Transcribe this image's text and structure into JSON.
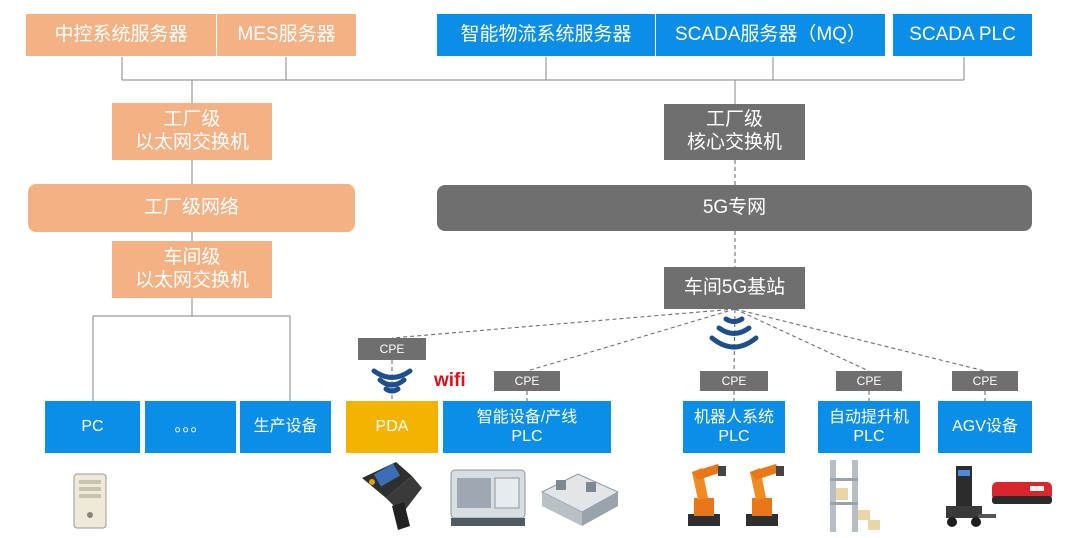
{
  "servers": {
    "central_control": "中控系统服务器",
    "mes": "MES服务器",
    "smart_logistics": "智能物流系统服务器",
    "scada_mq": "SCADA服务器（MQ）",
    "scada_plc": "SCADA PLC"
  },
  "left_network": {
    "factory_switch": "工厂级\n以太网交换机",
    "factory_network": "工厂级网络",
    "workshop_switch": "车间级\n以太网交换机"
  },
  "right_network": {
    "core_switch": "工厂级\n核心交换机",
    "private_5g": "5G专网",
    "base_station": "车间5G基站"
  },
  "cpe_label": "CPE",
  "wifi_label": "wifi",
  "terminals": {
    "pc": "PC",
    "ellipsis": "。。。",
    "production": "生产设备",
    "pda": "PDA",
    "smart_plc": "智能设备/产线\nPLC",
    "robot_plc": "机器人系统\nPLC",
    "lift_plc": "自动提升机\nPLC",
    "agv": "AGV设备"
  },
  "colors": {
    "orange": "#f4b183",
    "blue": "#0a8ee8",
    "gray": "#6f6f6f",
    "yellow": "#f5b301",
    "wifi_red": "#e0101a"
  }
}
